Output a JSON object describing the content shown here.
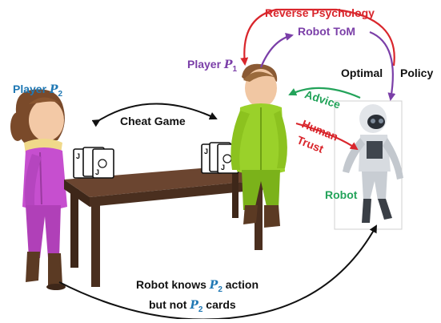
{
  "labels": {
    "reverse_psychology": "Reverse Psychology",
    "robot_tom": "Robot ToM",
    "optimal": "Optimal",
    "policy": "Policy",
    "player_p1_prefix": "Player ",
    "player_p1_symbol": "P",
    "player_p1_sub": "1",
    "player_p2_prefix": "Player ",
    "player_p2_symbol": "P",
    "player_p2_sub": "2",
    "cheat_game": "Cheat Game",
    "advice": "Advice",
    "human": "Human",
    "trust": "Trust",
    "robot": "Robot",
    "knows_prefix": "Robot knows ",
    "knows_symbol": "P",
    "knows_sub": "2",
    "knows_suffix": " action",
    "not_prefix": "but not ",
    "not_symbol": "P",
    "not_sub": "2",
    "not_suffix": " cards"
  },
  "colors": {
    "red": "#d9262c",
    "purple": "#7b3fa8",
    "green": "#23a35a",
    "blue": "#1f78b4",
    "black": "#111111",
    "table_top": "#5a3a26",
    "table_leg": "#3e2719",
    "p1_suit": "#9ad12a",
    "p2_suit": "#c64fcf",
    "robot_body": "#d7dbe0"
  },
  "icons": [
    "card-hand-icon",
    "card-hand-icon"
  ]
}
